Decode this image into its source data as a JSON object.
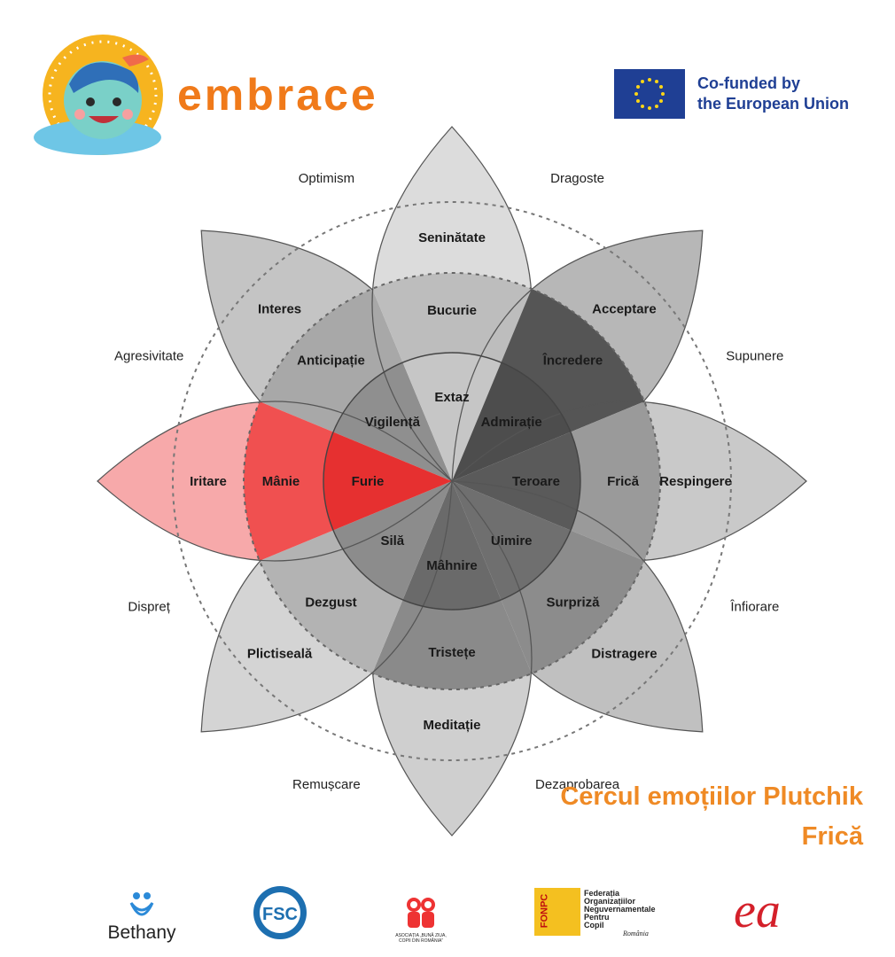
{
  "header": {
    "brand_name": "embrace",
    "brand_logo_icon": "child-face-logo-icon",
    "eu_flag_icon": "eu-flag-icon",
    "eu_line1": "Co-funded by",
    "eu_line2": "the European Union"
  },
  "title": {
    "line1": "Cercul emoțiilor Plutchik",
    "line2": "Frică"
  },
  "colors": {
    "accent": "#ef8a25",
    "highlight_outer": "#f7a9aa",
    "highlight_mid": "#f05050",
    "highlight_inner": "#e63030",
    "eu_blue": "#1f3f94"
  },
  "wheel": {
    "highlighted_petal": "Mânie",
    "petals": [
      {
        "outer": "Seninătate",
        "middle": "Bucurie",
        "inner": "Extaz"
      },
      {
        "outer": "Acceptare",
        "middle": "Încredere",
        "inner": "Admirație"
      },
      {
        "outer": "Respingere",
        "middle": "Frică",
        "inner": "Teroare"
      },
      {
        "outer": "Distragere",
        "middle": "Surpriză",
        "inner": "Uimire"
      },
      {
        "outer": "Meditație",
        "middle": "Tristețe",
        "inner": "Mâhnire"
      },
      {
        "outer": "Plictiseală",
        "middle": "Dezgust",
        "inner": "Silă"
      },
      {
        "outer": "Iritare",
        "middle": "Mânie",
        "inner": "Furie"
      },
      {
        "outer": "Interes",
        "middle": "Anticipație",
        "inner": "Vigilență"
      }
    ],
    "dyads": [
      "Dragoste",
      "Supunere",
      "Înfiorare",
      "Dezaprobarea",
      "Remușcare",
      "Dispreț",
      "Agresivitate",
      "Optimism"
    ]
  },
  "partners": {
    "bethany": "Bethany",
    "fsc": "FSC",
    "assoc_line1": "ASOCIAȚIA „BUNĂ ZIUA,",
    "assoc_line2": "COPII DIN ROMÂNIA”",
    "fonpc_short": "FONPC",
    "fonpc_line1": "Federația",
    "fonpc_line2": "Organizațiilor",
    "fonpc_line3": "Neguvernamentale",
    "fonpc_line4": "Pentru",
    "fonpc_line5": "Copil",
    "fonpc_country": "România",
    "ea": "ea"
  }
}
